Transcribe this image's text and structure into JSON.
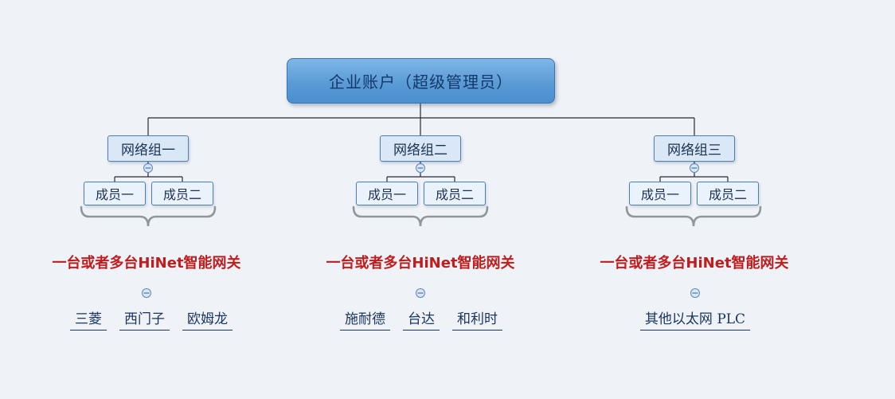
{
  "diagram": {
    "root": {
      "label": "企业账户（超级管理员）"
    },
    "groups": [
      {
        "label": "网络组一",
        "members": [
          "成员一",
          "成员二"
        ],
        "caption": "一台或者多台HiNet智能网关",
        "brands": [
          "三菱",
          "西门子",
          "欧姆龙"
        ]
      },
      {
        "label": "网络组二",
        "members": [
          "成员一",
          "成员二"
        ],
        "caption": "一台或者多台HiNet智能网关",
        "brands": [
          "施耐德",
          "台达",
          "和利时"
        ]
      },
      {
        "label": "网络组三",
        "members": [
          "成员一",
          "成员二"
        ],
        "caption": "一台或者多台HiNet智能网关",
        "brands": [
          "其他以太网 PLC"
        ]
      }
    ],
    "icons": {
      "collapse": "minus-circle"
    },
    "colors": {
      "background": "#eff2f7",
      "root_fill_top": "#7fb6e7",
      "root_fill_bottom": "#4a8fd0",
      "node_border": "#4d7fb5",
      "group_fill": "#d9e7f6",
      "member_fill": "#eaf2fb",
      "caption_red": "#bf1d1d",
      "brand_text": "#1a3560",
      "connector_line": "#2a2a35",
      "brace": "#8f979e"
    }
  }
}
